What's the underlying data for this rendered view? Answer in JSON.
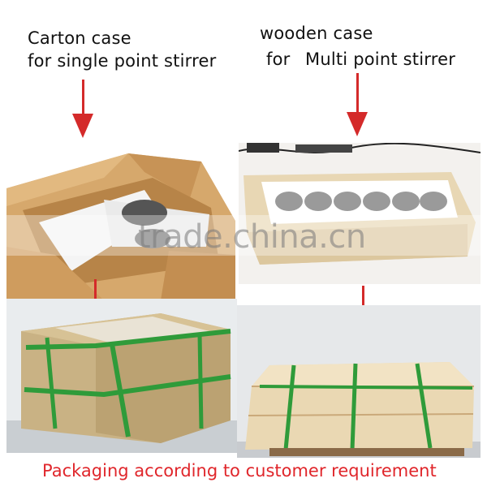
{
  "captions": {
    "left_line1": "Carton case",
    "left_line2": "for single point stirrer",
    "right_line1": "wooden case",
    "right_line2_a": "for",
    "right_line2_b": "Multi point stirrer"
  },
  "watermark": "trade.china.cn",
  "footer": "Packaging according to customer requirement",
  "photos": {
    "top_left": "carton-box-open",
    "top_right": "wooden-case-open",
    "bottom_left": "carton-box-strapped",
    "bottom_right": "wooden-case-strapped"
  },
  "colors": {
    "arrow": "#d42a2a",
    "footer_text": "#e0262b",
    "strap_green": "#2f9b3a"
  }
}
